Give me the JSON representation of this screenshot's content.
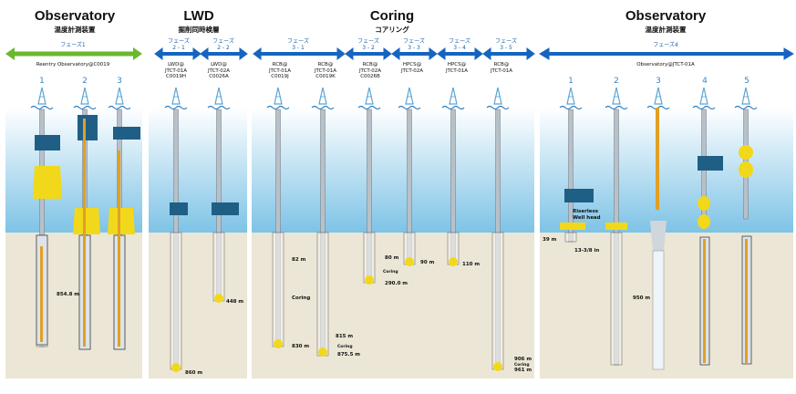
{
  "sections": [
    {
      "title": "Observatory",
      "subtitle": "温度計測装置"
    },
    {
      "title": "LWD",
      "subtitle": "掘削同時検層"
    },
    {
      "title": "Coring",
      "subtitle": "コアリング"
    },
    {
      "title": "Observatory",
      "subtitle": "温度計測装置"
    }
  ],
  "phases": {
    "p1": "フェーズ1",
    "p2_1": "フェーズ\n2 - 1",
    "p2_2": "フェーズ\n2 - 2",
    "p3_1": "フェーズ\n3 - 1",
    "p3_2": "フェーズ\n3 - 2",
    "p3_3": "フェーズ\n3 - 3",
    "p3_4": "フェーズ\n3 - 4",
    "p3_5": "フェーズ\n3 - 5",
    "p4": "フェーズ4"
  },
  "hole_labels": {
    "reentry": "Reentry Observatory@C0019",
    "lwd1": "LWD@\nJTCT-01A\nC0019H",
    "lwd2": "LWD@\nJTCT-02A\nC0026A",
    "rcb1": "RCB@\nJTCT-01A\nC0019J",
    "rcb2": "RCB@\nJTCT-01A\nC0019K",
    "rcb3": "RCB@\nJTCT-02A\nC0026B",
    "hpcs1": "HPCS@\nJTCT-02A",
    "hpcs2": "HPCS@\nJTCT-01A",
    "rcb4": "RCB@\nJTCT-01A",
    "obs4": "Observatory@JTCT-01A"
  },
  "numbers": {
    "left": [
      "1",
      "2",
      "3"
    ],
    "right": [
      "1",
      "2",
      "3",
      "4",
      "5"
    ]
  },
  "depths": {
    "d1": "854.8 m",
    "d2": "860 m",
    "d3": "448 m",
    "d4": "82 m",
    "d5": "830 m",
    "d6": "815 m",
    "d7": "875.5 m",
    "d8": "80 m",
    "d9": "290.0 m",
    "d10": "90 m",
    "d11": "110 m",
    "d12": "906 m",
    "d13": "961 m",
    "d14": "39 m",
    "d15": "13-3/8 in",
    "d16": "950 m"
  },
  "annotations": {
    "coring_a": "Coring",
    "coring_b": "Coring",
    "coring_c": "Coring",
    "coring_d": "Coring",
    "riserless": "Riserless\nWell head"
  },
  "colors": {
    "sea_top": "#ffffff",
    "sea_bottom": "#7ec3e6",
    "seafloor": "#ece6d6",
    "green_arrow": "#6ab82e",
    "blue_arrow": "#1565c0",
    "yellow": "#f2d81a",
    "navy": "#1f5f86",
    "pipe": "#b8c0c8",
    "orange": "#e1a023"
  }
}
